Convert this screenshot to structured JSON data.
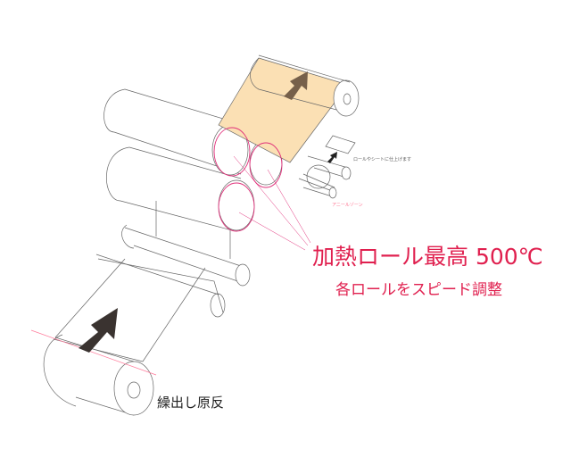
{
  "labels": {
    "heating_roll": "加熱ロール最高 500℃",
    "speed_adjust": "各ロールをスピード調整",
    "feed_roll": "繰出し原反",
    "finish": "ロールやシートに仕上げます",
    "anneal_zone": "アニールゾーン"
  },
  "colors": {
    "accent": "#e0204f",
    "sheet": "#fbe0b4",
    "arrow": "#3a3330",
    "line": "#555555"
  }
}
